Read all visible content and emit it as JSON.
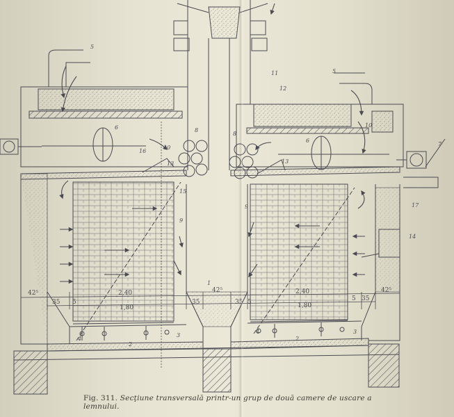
{
  "caption": {
    "fig_label": "Fig. 311.",
    "text": "Secţiune transversală printr-un grup de două camere de uscare a lemnului."
  },
  "dimensions": {
    "left_outer": "42⁵",
    "middle_outer": "42⁵",
    "right_outer": "42⁵",
    "left_gap_a": "35",
    "left_gap_b": "5",
    "left_total": "2,40",
    "left_inner": "1,80",
    "left_gap_c": "35",
    "right_gap_a": "35",
    "right_gap_b": "5",
    "right_total": "2,40",
    "right_inner": "1,80",
    "right_gap_c": "35",
    "right_gap_d": "5"
  },
  "part_numbers": {
    "n1": "1",
    "n2a": "2",
    "n2b": "2",
    "n3a": "3",
    "n3b": "3",
    "n4a": "4",
    "n4b": "4",
    "n5a": "5",
    "n5b": "5",
    "n6a": "6",
    "n6b": "6",
    "n7": "7",
    "n8a": "8",
    "n8b": "8",
    "n9a": "9",
    "n9b": "9",
    "n10a": "10",
    "n10b": "10",
    "n11": "11",
    "n12": "12",
    "n13a": "13",
    "n13b": "13",
    "n14": "14",
    "n15": "15",
    "n16": "16",
    "n17": "17"
  },
  "colors": {
    "ink": "#4a4a52",
    "paper": "#e9e6d5",
    "hatch": "#5a5a60",
    "stipple": "#8a8880"
  }
}
